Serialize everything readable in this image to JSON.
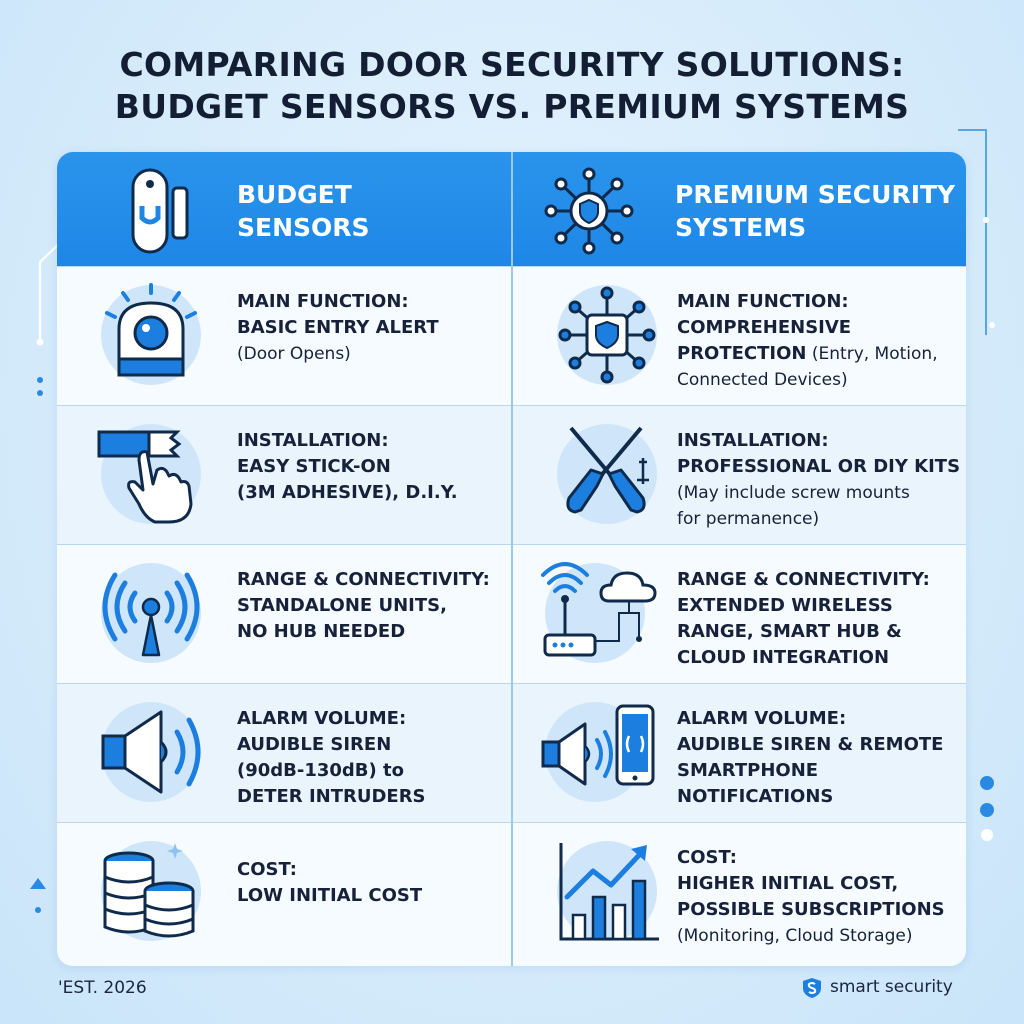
{
  "title": {
    "line1": "COMPARING DOOR SECURITY SOLUTIONS:",
    "line2": "BUDGET SENSORS VS. PREMIUM SYSTEMS"
  },
  "columns": {
    "budget": {
      "title_line1": "BUDGET",
      "title_line2": "SENSORS",
      "icon": "door-sensor-icon"
    },
    "premium": {
      "title_line1": "PREMIUM SECURITY",
      "title_line2": "SYSTEMS",
      "icon": "network-shield-icon"
    }
  },
  "rows": [
    {
      "budget": {
        "label": "MAIN FUNCTION:",
        "value_lines": [
          "BASIC ENTRY ALERT"
        ],
        "note_lines": [
          "(Door Opens)"
        ],
        "icon": "alarm-sensor-icon"
      },
      "premium": {
        "label": "MAIN FUNCTION:",
        "value_lines": [
          "COMPREHENSIVE"
        ],
        "mixed_line": {
          "bold": "PROTECTION",
          "note": " (Entry, Motion,"
        },
        "note_lines": [
          "Connected Devices)"
        ],
        "icon": "network-shield-icon"
      }
    },
    {
      "budget": {
        "label": "INSTALLATION:",
        "value_lines": [
          "EASY STICK-ON",
          "(3M ADHESIVE), D.I.Y."
        ],
        "note_lines": [],
        "icon": "stick-on-hand-icon"
      },
      "premium": {
        "label": "INSTALLATION:",
        "value_lines": [
          "PROFESSIONAL OR DIY KITS"
        ],
        "note_lines": [
          "(May include screw mounts",
          "for permanence)"
        ],
        "icon": "screwdriver-tools-icon"
      }
    },
    {
      "budget": {
        "label": "RANGE & CONNECTIVITY:",
        "value_lines": [
          "STANDALONE UNITS,",
          "NO HUB NEEDED"
        ],
        "note_lines": [],
        "icon": "wireless-antenna-icon"
      },
      "premium": {
        "label": "RANGE & CONNECTIVITY:",
        "value_lines": [
          "EXTENDED WIRELESS",
          "RANGE, SMART HUB &",
          "CLOUD INTEGRATION"
        ],
        "note_lines": [],
        "icon": "router-cloud-icon"
      }
    },
    {
      "budget": {
        "label": "ALARM VOLUME:",
        "value_lines": [
          "AUDIBLE SIREN",
          "(90dB-130dB) to",
          "DETER INTRUDERS"
        ],
        "note_lines": [],
        "icon": "speaker-siren-icon"
      },
      "premium": {
        "label": "ALARM VOLUME:",
        "value_lines": [
          "AUDIBLE SIREN & REMOTE",
          "SMARTPHONE",
          "NOTIFICATIONS"
        ],
        "note_lines": [],
        "icon": "speaker-smartphone-icon"
      }
    },
    {
      "budget": {
        "label": "COST:",
        "value_lines": [
          "LOW INITIAL COST"
        ],
        "note_lines": [],
        "icon": "coin-stacks-icon"
      },
      "premium": {
        "label": "COST:",
        "value_lines": [
          "HIGHER INITIAL COST,",
          "POSSIBLE SUBSCRIPTIONS"
        ],
        "note_lines": [
          "(Monitoring, Cloud Storage)"
        ],
        "icon": "rising-chart-icon"
      }
    }
  ],
  "footer": {
    "left": "'EST. 2026",
    "brand": "smart security",
    "brand_icon": "shield-s-icon"
  },
  "colors": {
    "accent": "#1e87e6",
    "dark_text": "#131d33",
    "icon_blue": "#1c7fe0",
    "icon_outline": "#0f2a4a"
  }
}
